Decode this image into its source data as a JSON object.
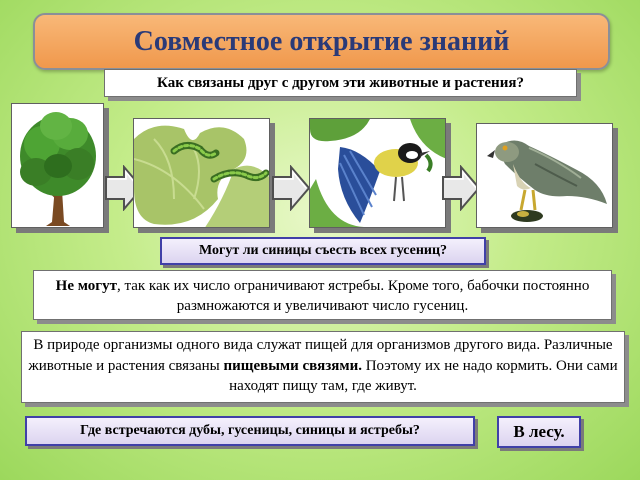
{
  "title": "Совместное открытие знаний",
  "question_main": "Как связаны друг с другом эти животные и растения?",
  "chain": [
    {
      "name": "oak-tree-image"
    },
    {
      "name": "caterpillars-image"
    },
    {
      "name": "tit-bird-image"
    },
    {
      "name": "hawk-image"
    }
  ],
  "question_caterpillars": "Могут ли синицы съесть всех гусениц?",
  "answer_caterpillars": {
    "bold": "Не могут",
    "rest": ", так как их число ограничивают ястребы. Кроме того, бабочки постоянно размножаются и увеличивают число гусениц."
  },
  "info": {
    "part1": "В природе организмы одного вида служат пищей для организмов другого вида. Различные животные и растения связаны ",
    "bold": "пищевыми связями.",
    "part2": " Поэтому их не надо кормить. Они сами находят пищу там, где живут."
  },
  "question_where": "Где встречаются дубы, гусеницы, синицы и ястребы?",
  "answer_where": "В лесу.",
  "colors": {
    "title_bg": "#f0984c",
    "title_text": "#2a3a78",
    "lavender": "#dcd4f0",
    "background": "#b8e67a"
  }
}
